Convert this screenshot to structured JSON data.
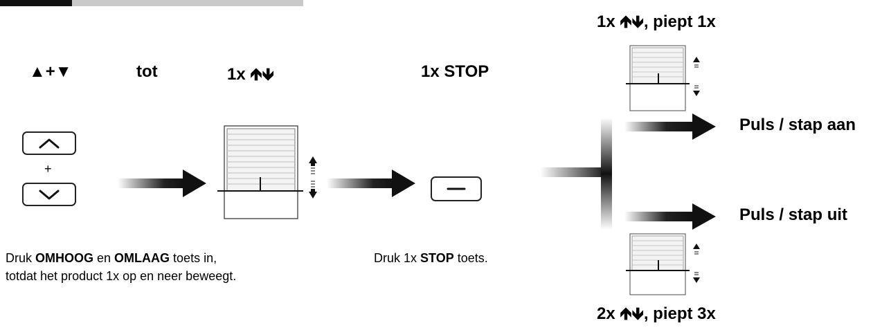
{
  "labels": {
    "up_down_combo": "▲+▼",
    "tot": "tot",
    "once_up_down": "1x 🡹🡻",
    "once_stop": "1x STOP",
    "top_right": "1x 🡹🡻, piept 1x",
    "bottom_right": "2x 🡹🡻, piept 3x",
    "plus": "+"
  },
  "outcomes": {
    "on": "Puls / stap aan",
    "off": "Puls / stap uit"
  },
  "instructions": {
    "left": {
      "part1": "Druk ",
      "bold1": "OMHOOG",
      "part2": " en ",
      "bold2": "OMLAAG",
      "part3": " toets in,",
      "line2": "totdat het product 1x op en neer beweegt."
    },
    "middle": {
      "part1": "Druk 1x ",
      "bold1": "STOP",
      "part2": " toets."
    }
  },
  "icons": [
    "up-key-icon",
    "down-key-icon",
    "stop-key-icon",
    "shutter-icon",
    "arrow-right-icon",
    "up-down-arrows-icon"
  ],
  "colors": {
    "ink": "#111111",
    "shutter_lines": "#9a9a9a",
    "topbar_light": "#c9c9c9"
  }
}
